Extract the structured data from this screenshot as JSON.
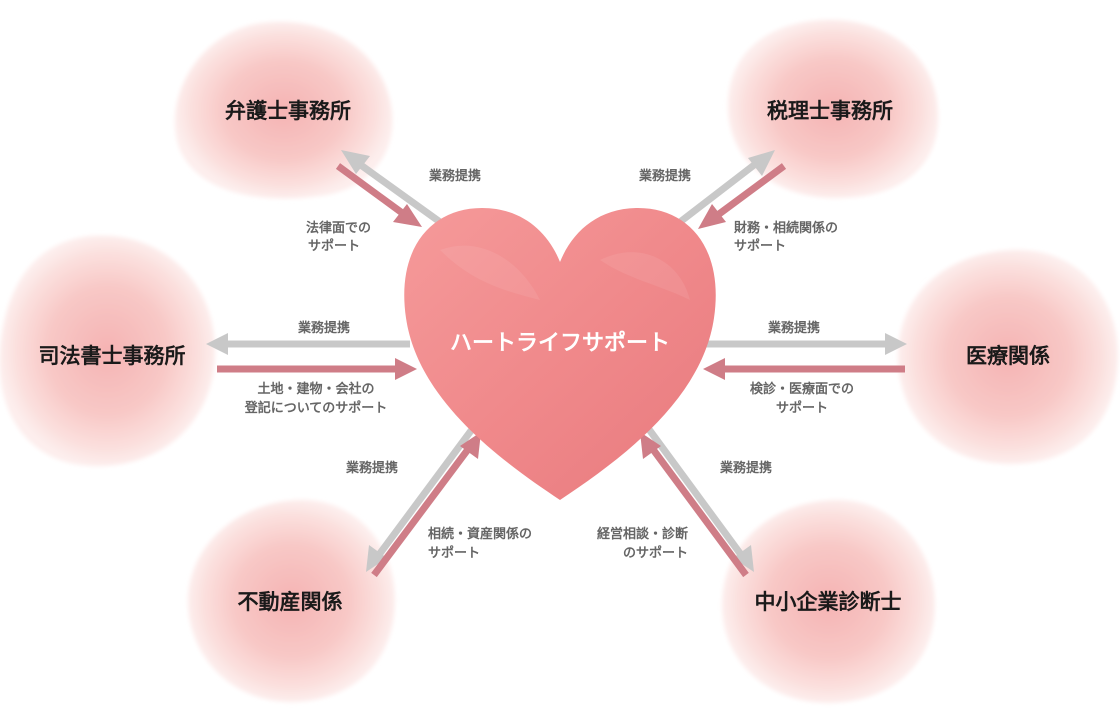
{
  "center": {
    "label": "ハートライフサポート"
  },
  "nodes": {
    "lawyer": "弁護士事務所",
    "tax": "税理士事務所",
    "scrivener": "司法書士事務所",
    "medical": "医療関係",
    "realestate": "不動産関係",
    "sme": "中小企業診断士"
  },
  "edges": {
    "lawyer": {
      "out": "業務提携",
      "in": [
        "法律面での",
        "サポート"
      ]
    },
    "tax": {
      "out": "業務提携",
      "in": [
        "財務・相続関係の",
        "サポート"
      ]
    },
    "scrivener": {
      "out": "業務提携",
      "in": [
        "土地・建物・会社の",
        "登記についてのサポート"
      ]
    },
    "medical": {
      "out": "業務提携",
      "in": [
        "検診・医療面での",
        "サポート"
      ]
    },
    "realestate": {
      "out": "業務提携",
      "in": [
        "相続・資産関係の",
        "サポート"
      ]
    },
    "sme": {
      "out": "業務提携",
      "in": [
        "経営相談・診断",
        "のサポート"
      ]
    }
  },
  "colors": {
    "outgoing_arrow": "#c8c8c8",
    "incoming_arrow": "#cf7d87",
    "heart": "#f08a8a",
    "node_blob": "#f7c9c9",
    "node_text": "#1a1a1a",
    "edge_text": "#666666",
    "center_text": "#ffffff"
  }
}
